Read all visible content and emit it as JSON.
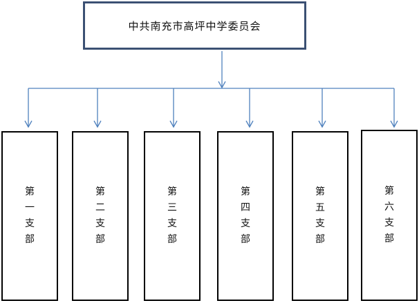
{
  "root": {
    "title": "中共南充市高坪中学委员会"
  },
  "branches": [
    {
      "label": "第一支部"
    },
    {
      "label": "第二支部"
    },
    {
      "label": "第三支部"
    },
    {
      "label": "第四支部"
    },
    {
      "label": "第五支部"
    },
    {
      "label": "第六支部"
    }
  ],
  "colors": {
    "connector": "#4f81bd",
    "root_border": "#3b5073",
    "branch_border": "#000000"
  }
}
